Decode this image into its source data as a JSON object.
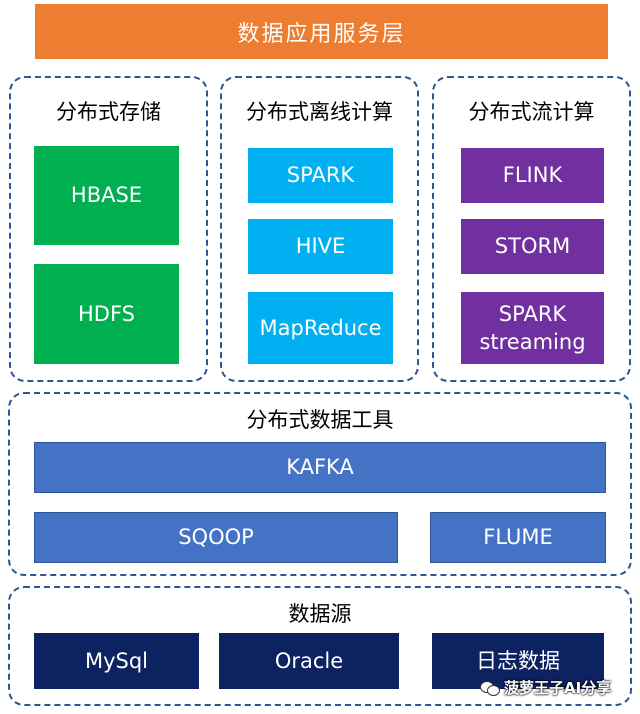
{
  "top_layer": "数据应用服务层",
  "storage": {
    "title": "分布式存储",
    "items": [
      "HBASE",
      "HDFS"
    ]
  },
  "offline": {
    "title": "分布式离线计算",
    "items": [
      "SPARK",
      "HIVE",
      "MapReduce"
    ]
  },
  "stream": {
    "title": "分布式流计算",
    "items": [
      "FLINK",
      "STORM",
      "SPARK\nstreaming"
    ]
  },
  "tools": {
    "title": "分布式数据工具",
    "items": [
      "KAFKA",
      "SQOOP",
      "FLUME"
    ]
  },
  "sources": {
    "title": "数据源",
    "items": [
      "MySql",
      "Oracle",
      "日志数据"
    ]
  },
  "watermark": "菠萝王子AI分享",
  "colors": {
    "top": "#ED7D31",
    "storage": "#00B050",
    "offline": "#00B0F0",
    "stream": "#7030A0",
    "tools": "#4472C4",
    "sources": "#0D2260",
    "border": "#2F5597"
  }
}
